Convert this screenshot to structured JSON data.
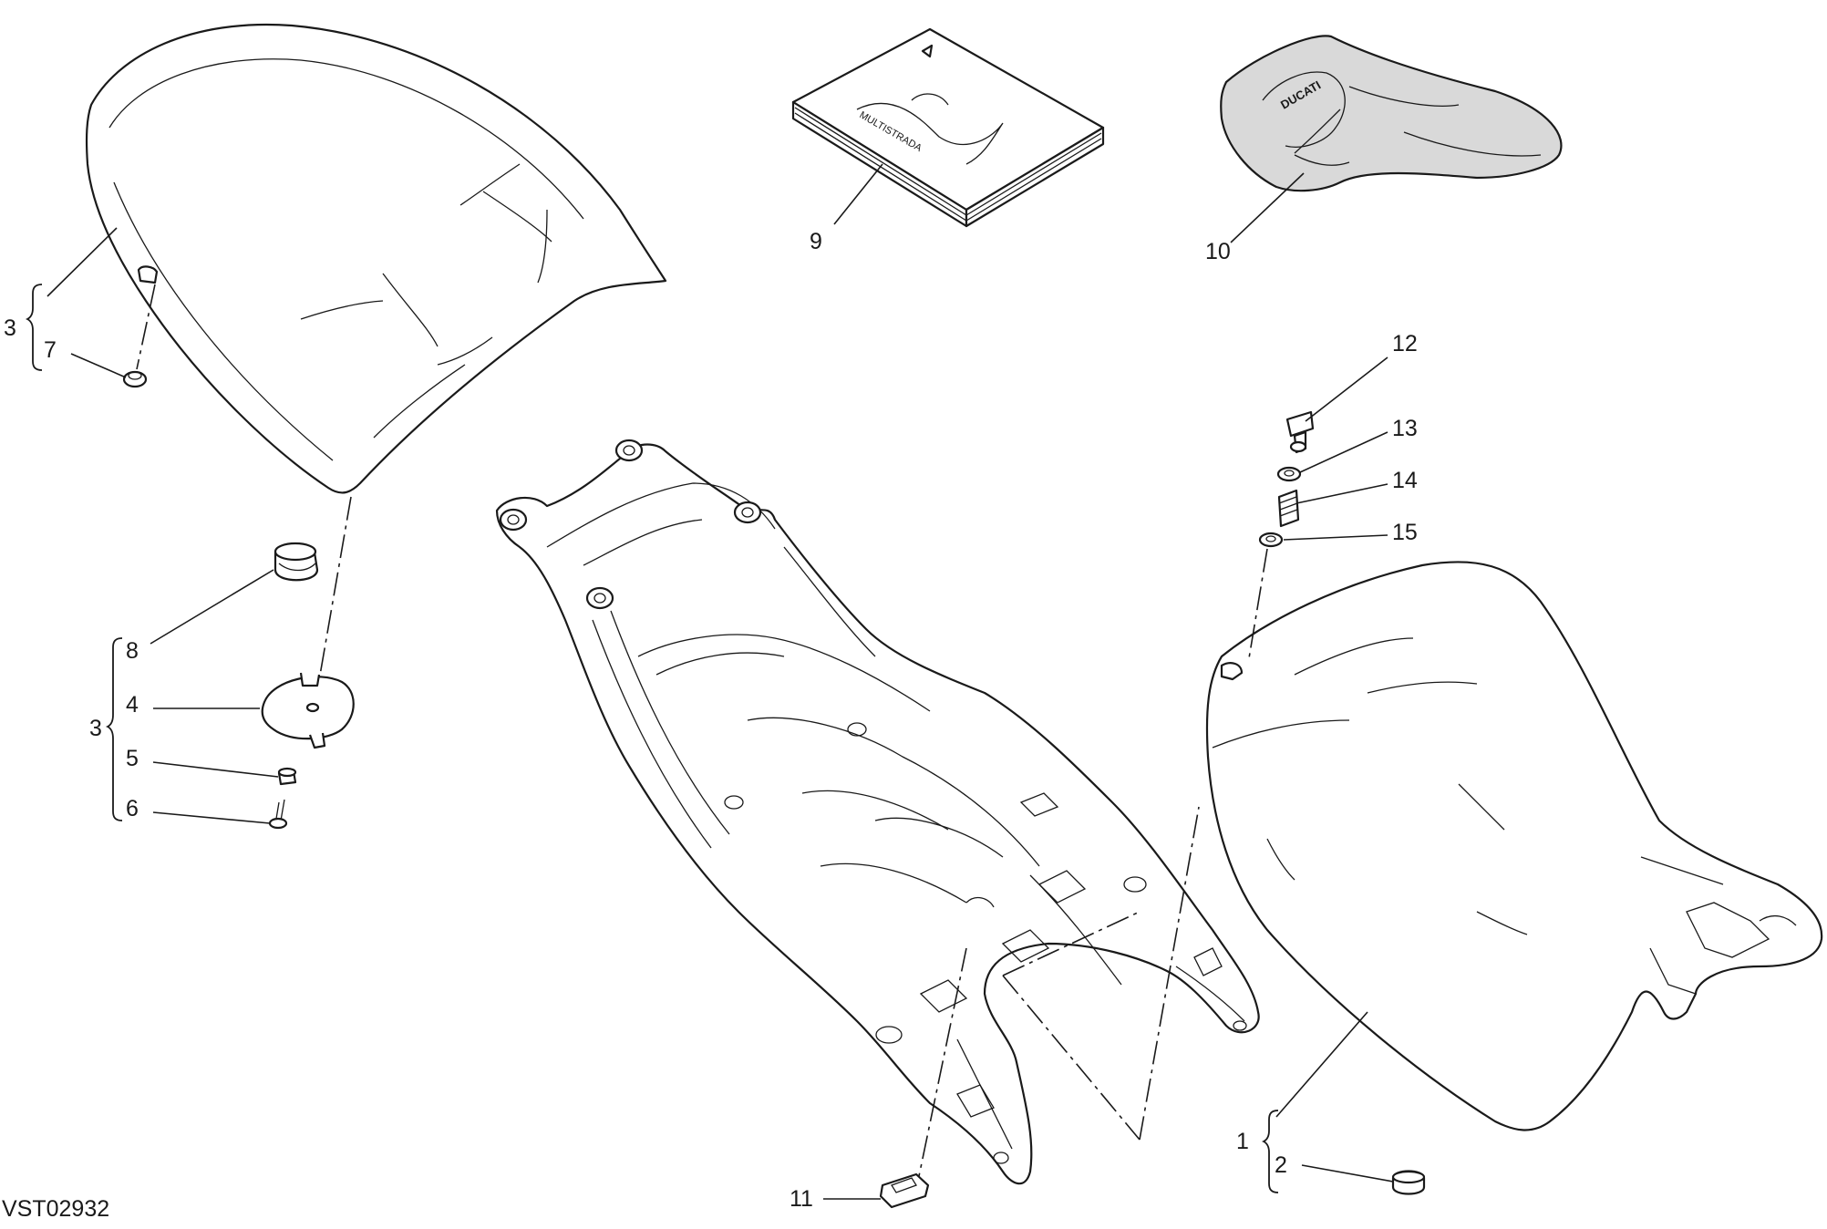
{
  "diagram": {
    "drawing_code": "VST02932",
    "callouts": {
      "c1": "1",
      "c2": "2",
      "c3_top": "3",
      "c3_mid": "3",
      "c4": "4",
      "c5": "5",
      "c6": "6",
      "c7": "7",
      "c8": "8",
      "c9": "9",
      "c10": "10",
      "c11": "11",
      "c12": "12",
      "c13": "13",
      "c14": "14",
      "c15": "15"
    },
    "embedded_text": {
      "manual_title": "MULTISTRADA",
      "cover_brand": "DUCATI"
    },
    "colors": {
      "line": "#1a1a1a",
      "cover_fill": "#d9d9d9",
      "background": "#ffffff"
    }
  }
}
